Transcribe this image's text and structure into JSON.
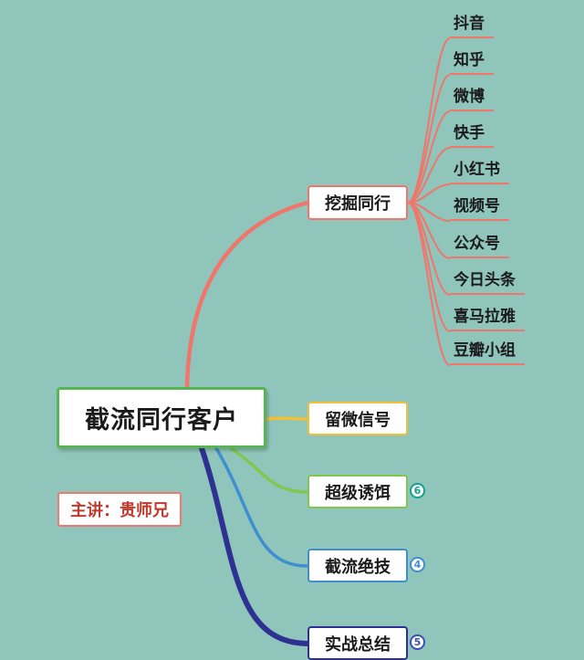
{
  "canvas": {
    "background": "#8fc5bb"
  },
  "root": {
    "label": "截流同行客户",
    "border_color": "#57b554"
  },
  "presenter": {
    "label": "主讲：贵师兄",
    "border_color": "#ef7a70",
    "text_color": "#c0392b"
  },
  "branches": [
    {
      "label": "挖掘同行",
      "color": "#f0756b",
      "children": [
        "抖音",
        "知乎",
        "微博",
        "快手",
        "小红书",
        "视频号",
        "公众号",
        "今日头条",
        "喜马拉雅",
        "豆瓣小组"
      ]
    },
    {
      "label": "留微信号",
      "color": "#f2c037"
    },
    {
      "label": "超级诱饵",
      "color": "#7ec850",
      "badge": "6"
    },
    {
      "label": "截流绝技",
      "color": "#3e8ed0",
      "badge": "4"
    },
    {
      "label": "实战总结",
      "color": "#2e3192",
      "badge": "5"
    }
  ]
}
